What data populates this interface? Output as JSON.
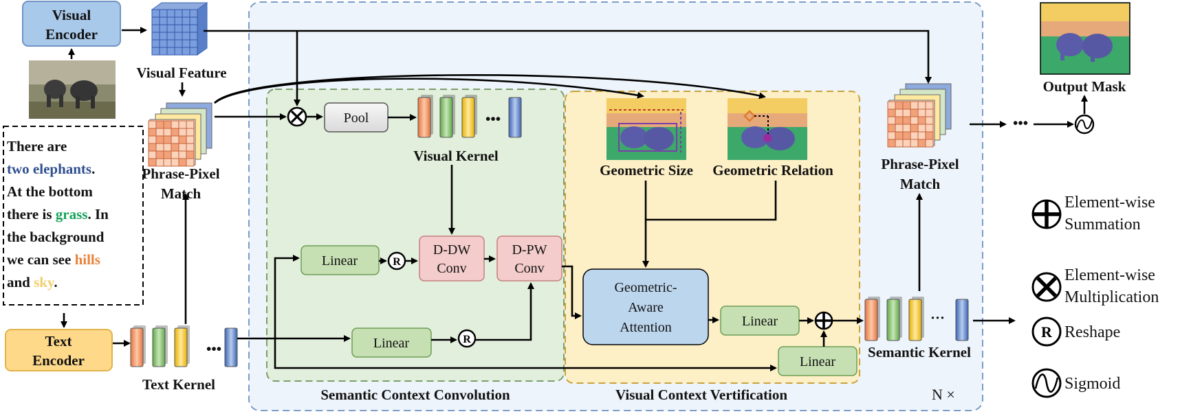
{
  "visual_encoder": [
    "Visual",
    "Encoder"
  ],
  "text_encoder": [
    "Text",
    "Encoder"
  ],
  "visual_feature": "Visual Feature",
  "phrase_pixel_match_left": [
    "Phrase-Pixel",
    "Match"
  ],
  "phrase_pixel_match_right": [
    "Phrase-Pixel",
    "Match"
  ],
  "text_kernel": "Text Kernel",
  "pool": "Pool",
  "visual_kernel": "Visual Kernel",
  "linear": "Linear",
  "reshape_symbol": "R",
  "d_dw_conv": [
    "D-DW",
    "Conv"
  ],
  "d_pw_conv": [
    "D-PW",
    "Conv"
  ],
  "geometric_size": "Geometric Size",
  "geometric_relation": "Geometric Relation",
  "geometric_attention": [
    "Geometric-",
    "Aware",
    "Attention"
  ],
  "semantic_kernel": "Semantic Kernel",
  "output_mask": "Output Mask",
  "semantic_context_convolution": "Semantic Context Convolution",
  "visual_context_verification": "Visual Context Vertification",
  "repeat_label": "N ×",
  "ellipsis_dots": "•••",
  "ellipsis_arrow": "•••",
  "ellipsis_kernel": "···",
  "caption_lines": [
    [
      {
        "t": "There are",
        "c": "#111111"
      }
    ],
    [
      {
        "t": "two elephants",
        "c": "#2f4f8f"
      },
      {
        "t": ".",
        "c": "#111111"
      }
    ],
    [
      {
        "t": "At the bottom",
        "c": "#111111"
      }
    ],
    [
      {
        "t": "there is ",
        "c": "#111111"
      },
      {
        "t": "grass",
        "c": "#17a35a"
      },
      {
        "t": ". In",
        "c": "#111111"
      }
    ],
    [
      {
        "t": "the background",
        "c": "#111111"
      }
    ],
    [
      {
        "t": "we can see ",
        "c": "#111111"
      },
      {
        "t": "hills",
        "c": "#e8823a"
      }
    ],
    [
      {
        "t": "and ",
        "c": "#111111"
      },
      {
        "t": "sky",
        "c": "#f0cf6a"
      },
      {
        "t": ".",
        "c": "#111111"
      }
    ]
  ],
  "legend": [
    {
      "icon": "plus",
      "lines": [
        "Element-wise",
        "Summation"
      ]
    },
    {
      "icon": "times",
      "lines": [
        "Element-wise",
        "Multiplication"
      ]
    },
    {
      "icon": "reshape",
      "lines": [
        "Reshape"
      ]
    },
    {
      "icon": "sigmoid",
      "lines": [
        "Sigmoid"
      ]
    }
  ],
  "colors": {
    "kernel_orange": "#f2a27a",
    "kernel_green": "#a9d18e",
    "kernel_yellow": "#ffd966",
    "kernel_blue": "#8faadc",
    "linear_fill": "#c6e0b4",
    "conv_fill": "#f4cccc",
    "encoder_fill": "#a9c9ea",
    "text_encoder_fill": "#ffd98a",
    "outer_panel": "#eef4fb",
    "scc_panel": "#e4f1e0",
    "vcv_panel": "#fdf0c8"
  }
}
